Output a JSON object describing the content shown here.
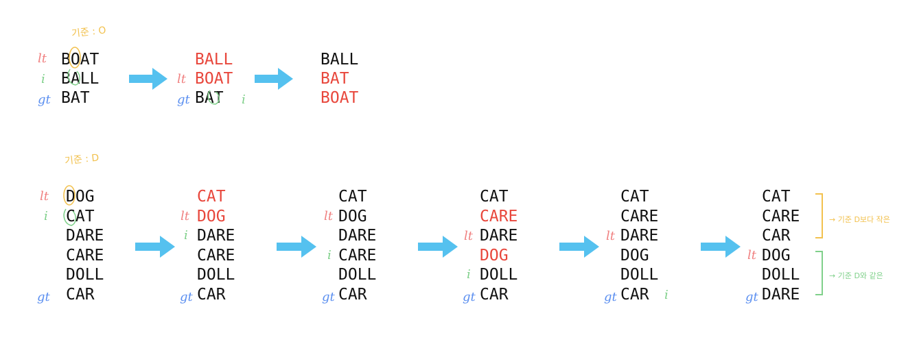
{
  "colors": {
    "text": "#111111",
    "moved": "#e8473c",
    "lt": "#f08080",
    "i": "#7fd08a",
    "gt": "#5b8ff0",
    "pivot": "#f2c14e",
    "arrow": "#55c1ef"
  },
  "pointers": {
    "lt": "lt",
    "i": "i",
    "gt": "gt"
  },
  "top": {
    "pivot_note": "기준 : O",
    "states": [
      {
        "words": [
          "BOAT",
          "BALL",
          "BAT"
        ]
      },
      {
        "words": [
          "BALL",
          "BOAT",
          "BAT"
        ]
      },
      {
        "words": [
          "BALL",
          "BAT",
          "BOAT"
        ]
      }
    ]
  },
  "bottom": {
    "pivot_note": "기준 : D",
    "states": [
      {
        "words": [
          "DOG",
          "CAT",
          "DARE",
          "CARE",
          "DOLL",
          "CAR"
        ]
      },
      {
        "words": [
          "CAT",
          "DOG",
          "DARE",
          "CARE",
          "DOLL",
          "CAR"
        ]
      },
      {
        "words": [
          "CAT",
          "DOG",
          "DARE",
          "CARE",
          "DOLL",
          "CAR"
        ]
      },
      {
        "words": [
          "CAT",
          "CARE",
          "DARE",
          "DOG",
          "DOLL",
          "CAR"
        ]
      },
      {
        "words": [
          "CAT",
          "CARE",
          "DARE",
          "DOG",
          "DOLL",
          "CAR"
        ]
      },
      {
        "words": [
          "CAT",
          "CARE",
          "CAR",
          "DOG",
          "DOLL",
          "DARE"
        ]
      }
    ],
    "note_less": "→ 기준 D보다 작은",
    "note_equal": "→ 기준 D와 같은"
  }
}
